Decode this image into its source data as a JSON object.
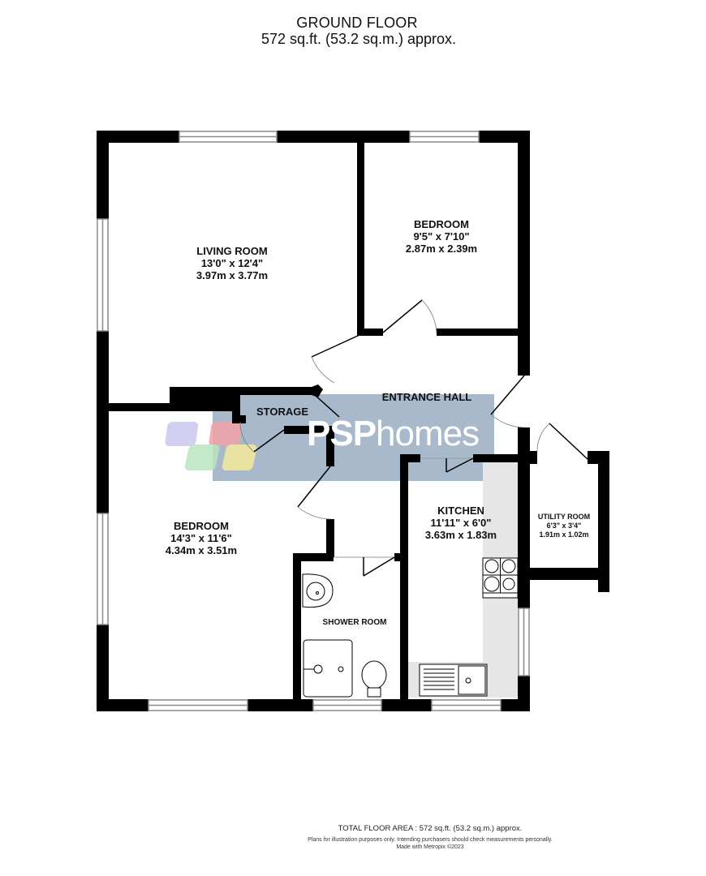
{
  "header": {
    "floor_name": "GROUND FLOOR",
    "floor_area": "572 sq.ft. (53.2 sq.m.) approx."
  },
  "rooms": [
    {
      "id": "living-room",
      "name": "LIVING ROOM",
      "imperial": "13'0\"  x 12'4\"",
      "metric": "3.97m  x 3.77m"
    },
    {
      "id": "bedroom-1",
      "name": "BEDROOM",
      "imperial": "9'5\"  x 7'10\"",
      "metric": "2.87m  x 2.39m"
    },
    {
      "id": "entrance-hall",
      "name": "ENTRANCE HALL"
    },
    {
      "id": "storage",
      "name": "STORAGE"
    },
    {
      "id": "bedroom-2",
      "name": "BEDROOM",
      "imperial": "14'3\"  x 11'6\"",
      "metric": "4.34m  x 3.51m"
    },
    {
      "id": "kitchen",
      "name": "KITCHEN",
      "imperial": "11'11\"  x 6'0\"",
      "metric": "3.63m  x 1.83m"
    },
    {
      "id": "utility-room",
      "name": "UTILITY ROOM",
      "imperial": "6'3\"  x 3'4\"",
      "metric": "1.91m  x 1.02m"
    },
    {
      "id": "shower-room",
      "name": "SHOWER ROOM"
    }
  ],
  "watermark": {
    "brand_bold": "PSP",
    "brand_light": "homes",
    "panel_color": "#a9b9cc",
    "logo_colors": [
      "#c9c8ee",
      "#f2a3a8",
      "#b9e6bf",
      "#f6ea9c"
    ]
  },
  "colors": {
    "wall": "#000000",
    "window": "#8a8a8a",
    "kitchen_worktop": "#e6e6e6"
  },
  "footer": {
    "total_area": "TOTAL FLOOR AREA : 572 sq.ft. (53.2 sq.m.) approx.",
    "disclaimer": "Plans for illustration purposes only. Intending purchasers should check measurements personally.",
    "credit": "Made with Metropix ©2023"
  }
}
